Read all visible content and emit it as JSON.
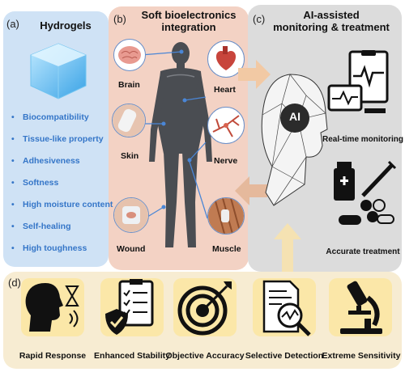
{
  "panel_a": {
    "label": "(a)",
    "title": "Hydrogels",
    "properties": [
      "Biocompatibility",
      "Tissue-like property",
      "Adhesiveness",
      "Softness",
      "High moisture content",
      "Self-healing",
      "High toughness"
    ]
  },
  "panel_b": {
    "label": "(b)",
    "title_line1": "Soft bioelectronics",
    "title_line2": "integration",
    "organs": {
      "brain": "Brain",
      "heart": "Heart",
      "skin": "Skin",
      "nerve": "Nerve",
      "wound": "Wound",
      "muscle": "Muscle"
    }
  },
  "panel_c": {
    "label": "(c)",
    "title_line1": "AI-assisted",
    "title_line2": "monitoring & treatment",
    "ai_text": "AI",
    "monitoring": "Real-time monitoring",
    "treatment": "Accurate treatment"
  },
  "panel_d": {
    "label": "(d)",
    "items": [
      "Rapid Response",
      "Enhanced Stability",
      "Objective Accuracy",
      "Selective Detection",
      "Extreme Sensitivity"
    ]
  }
}
